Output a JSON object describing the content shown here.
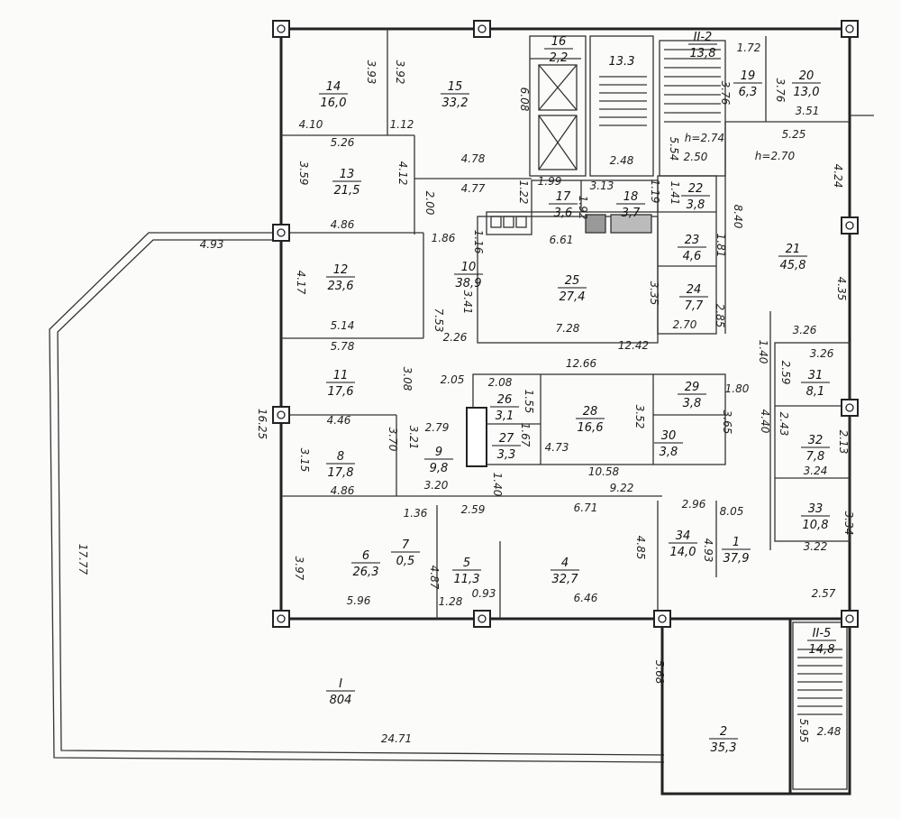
{
  "plan": {
    "rooms": [
      {
        "num": "14",
        "area": "16,0"
      },
      {
        "num": "15",
        "area": "33,2"
      },
      {
        "num": "16",
        "area": "2,2"
      },
      {
        "num": "II-2",
        "area": "13,8"
      },
      {
        "num": "19",
        "area": "6,3"
      },
      {
        "num": "20",
        "area": "13,0"
      },
      {
        "num": "13",
        "area": "21,5"
      },
      {
        "num": "17",
        "area": "3,6"
      },
      {
        "num": "18",
        "area": "3,7"
      },
      {
        "num": "22",
        "area": "3,8"
      },
      {
        "num": "23",
        "area": "4,6"
      },
      {
        "num": "21",
        "area": "45,8"
      },
      {
        "num": "12",
        "area": "23,6"
      },
      {
        "num": "10",
        "area": "38,9"
      },
      {
        "num": "25",
        "area": "27,4"
      },
      {
        "num": "24",
        "area": "7,7"
      },
      {
        "num": "11",
        "area": "17,6"
      },
      {
        "num": "31",
        "area": "8,1"
      },
      {
        "num": "26",
        "area": "3,1"
      },
      {
        "num": "28",
        "area": "16,6"
      },
      {
        "num": "29",
        "area": "3,8"
      },
      {
        "num": "27",
        "area": "3,3"
      },
      {
        "num": "30",
        "area": "3,8"
      },
      {
        "num": "32",
        "area": "7,8"
      },
      {
        "num": "8",
        "area": "17,8"
      },
      {
        "num": "9",
        "area": "9,8"
      },
      {
        "num": "33",
        "area": "10,8"
      },
      {
        "num": "34",
        "area": "14,0"
      },
      {
        "num": "1",
        "area": "37,9"
      },
      {
        "num": "7",
        "area": "0,5"
      },
      {
        "num": "6",
        "area": "26,3"
      },
      {
        "num": "5",
        "area": "11,3"
      },
      {
        "num": "4",
        "area": "32,7"
      },
      {
        "num": "I",
        "area": "804"
      },
      {
        "num": "2",
        "area": "35,3"
      },
      {
        "num": "II-5",
        "area": "14,8"
      }
    ],
    "stair_label": "13.3",
    "dimensions": [
      "3.93",
      "3.92",
      "4.10",
      "1.12",
      "5.26",
      "3.59",
      "4.12",
      "4.78",
      "4.77",
      "6.08",
      "2.48",
      "5.54",
      "h=2.74",
      "2.50",
      "1.72",
      "3.76",
      "3.76",
      "3.51",
      "5.25",
      "h=2.70",
      "4.24",
      "2.00",
      "1.22",
      "1.99",
      "3.13",
      "1.19",
      "1.92",
      "1.41",
      "8.40",
      "1.81",
      "4.86",
      "6.61",
      "1.86",
      "1.16",
      "4.93",
      "4.17",
      "3.41",
      "3.35",
      "2.85",
      "4.35",
      "5.14",
      "7.53",
      "2.26",
      "7.28",
      "2.70",
      "12.42",
      "3.26",
      "3.26",
      "1.40",
      "5.78",
      "12.66",
      "2.59",
      "1.80",
      "3.08",
      "2.05",
      "2.08",
      "1.55",
      "16.25",
      "4.46",
      "3.21",
      "3.70",
      "2.79",
      "3.52",
      "3.65",
      "4.40",
      "2.43",
      "2.13",
      "1.67",
      "3.15",
      "4.73",
      "10.58",
      "3.24",
      "4.86",
      "1.40",
      "3.20",
      "9.22",
      "1.36",
      "2.59",
      "6.71",
      "2.96",
      "8.05",
      "3.34",
      "3.22",
      "17.77",
      "3.97",
      "4.87",
      "4.85",
      "4.93",
      "5.96",
      "1.28",
      "0.93",
      "6.46",
      "2.57",
      "5.68",
      "24.71",
      "5.95",
      "2.48"
    ]
  }
}
